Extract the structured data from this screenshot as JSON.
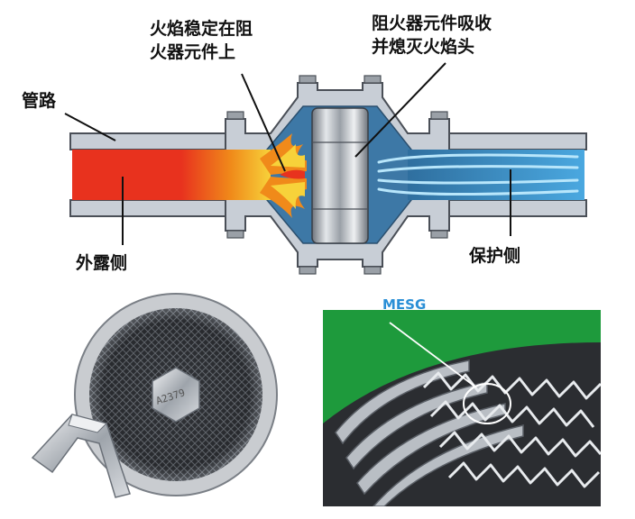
{
  "labels": {
    "pipe": "管路",
    "exposed_side": "外露侧",
    "flame_stabilized_line1": "火焰稳定在阻",
    "flame_stabilized_line2": "火器元件上",
    "element_absorbs_line1": "阻火器元件吸收",
    "element_absorbs_line2": "并熄灭火焰头",
    "protected_side": "保护侧",
    "mesg": "MESG",
    "stamp": "A2379"
  },
  "colors": {
    "pipe_wall": "#c8ced6",
    "pipe_edge": "#4a4f57",
    "flame_red": "#e8321e",
    "flame_orange": "#f08a1a",
    "flame_yellow": "#f7d23a",
    "housing_fill": "#3d78a6",
    "cool_blue": "#4aa8e0",
    "cool_light": "#b8e6fb",
    "green_bg": "#1e9a3c",
    "mesg_blue": "#2a8fd6"
  }
}
